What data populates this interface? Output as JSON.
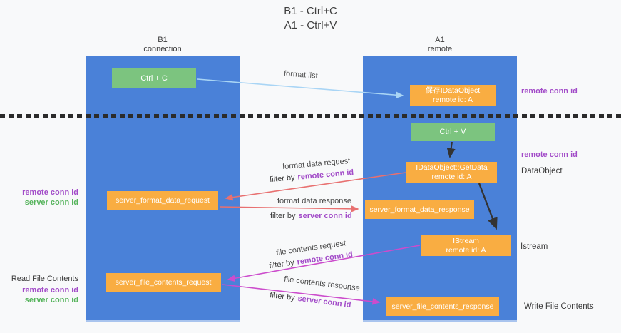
{
  "title": {
    "line1": "B1 - Ctrl+C",
    "line2": "A1 - Ctrl+V"
  },
  "lanes": {
    "left": {
      "title": "B1",
      "subtitle": "connection"
    },
    "right": {
      "title": "A1",
      "subtitle": "remote"
    }
  },
  "colors": {
    "lane_blue": "#4a81d8",
    "box_orange": "#f9ad42",
    "box_green": "#7cc47f",
    "arrow_lightblue": "#a9d5f5",
    "arrow_salmon": "#e87070",
    "arrow_magenta": "#cc4ccc",
    "arrow_black": "#333333",
    "text_purple": "#a24bc8",
    "text_green": "#56b45c"
  },
  "boxes": {
    "ctrl_c": {
      "label": "Ctrl + C"
    },
    "save_dataobject": {
      "line1": "保存IDataObject",
      "line2": "remote id: A"
    },
    "ctrl_v": {
      "label": "Ctrl + V"
    },
    "getdata": {
      "line1": "IDataObject::GetData",
      "line2": "remote id: A"
    },
    "istream": {
      "line1": "IStream",
      "line2": "remote id: A"
    },
    "server_format_data_request": {
      "label": "server_format_data_request"
    },
    "server_format_data_response": {
      "label": "server_format_data_response"
    },
    "server_file_contents_request": {
      "label": "server_file_contents_request"
    },
    "server_file_contents_response": {
      "label": "server_file_contents_response"
    }
  },
  "arrow_labels": {
    "format_list": "format list",
    "format_data_request": "format data request",
    "format_data_response": "format data response",
    "file_contents_request": "file contents request",
    "file_contents_response": "file contents response",
    "filter_by": "filter by",
    "remote_conn_id": "remote conn id",
    "server_conn_id": "server conn id"
  },
  "side_labels": {
    "remote_conn_id_top_right": "remote conn id",
    "remote_conn_id_mid_right": "remote conn id",
    "dataobject": "DataObject",
    "istream": "Istream",
    "write_file_contents": "Write File Contents",
    "read_file_contents": "Read File Contents",
    "remote_conn_id_left1": "remote conn id",
    "server_conn_id_left1": "server conn id",
    "remote_conn_id_left2": "remote conn id",
    "server_conn_id_left2": "server conn id"
  }
}
